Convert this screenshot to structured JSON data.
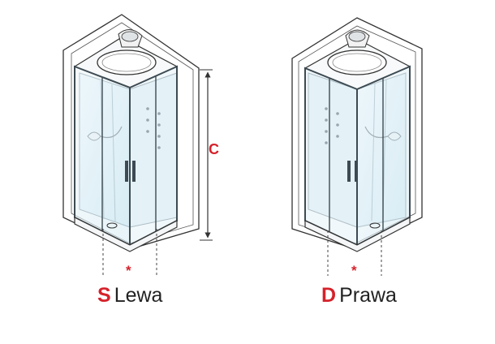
{
  "dimension": {
    "label": "C"
  },
  "variants": [
    {
      "code": "S",
      "label": "Lewa",
      "mark": "*"
    },
    {
      "code": "D",
      "label": "Prawa",
      "mark": "*"
    }
  ],
  "colors": {
    "accent": "#d5222b",
    "outline": "#333333",
    "glass": "#e6f3f8",
    "glass_edge": "#8cc3d6",
    "frame": "#3d4a52",
    "text": "#222222"
  }
}
